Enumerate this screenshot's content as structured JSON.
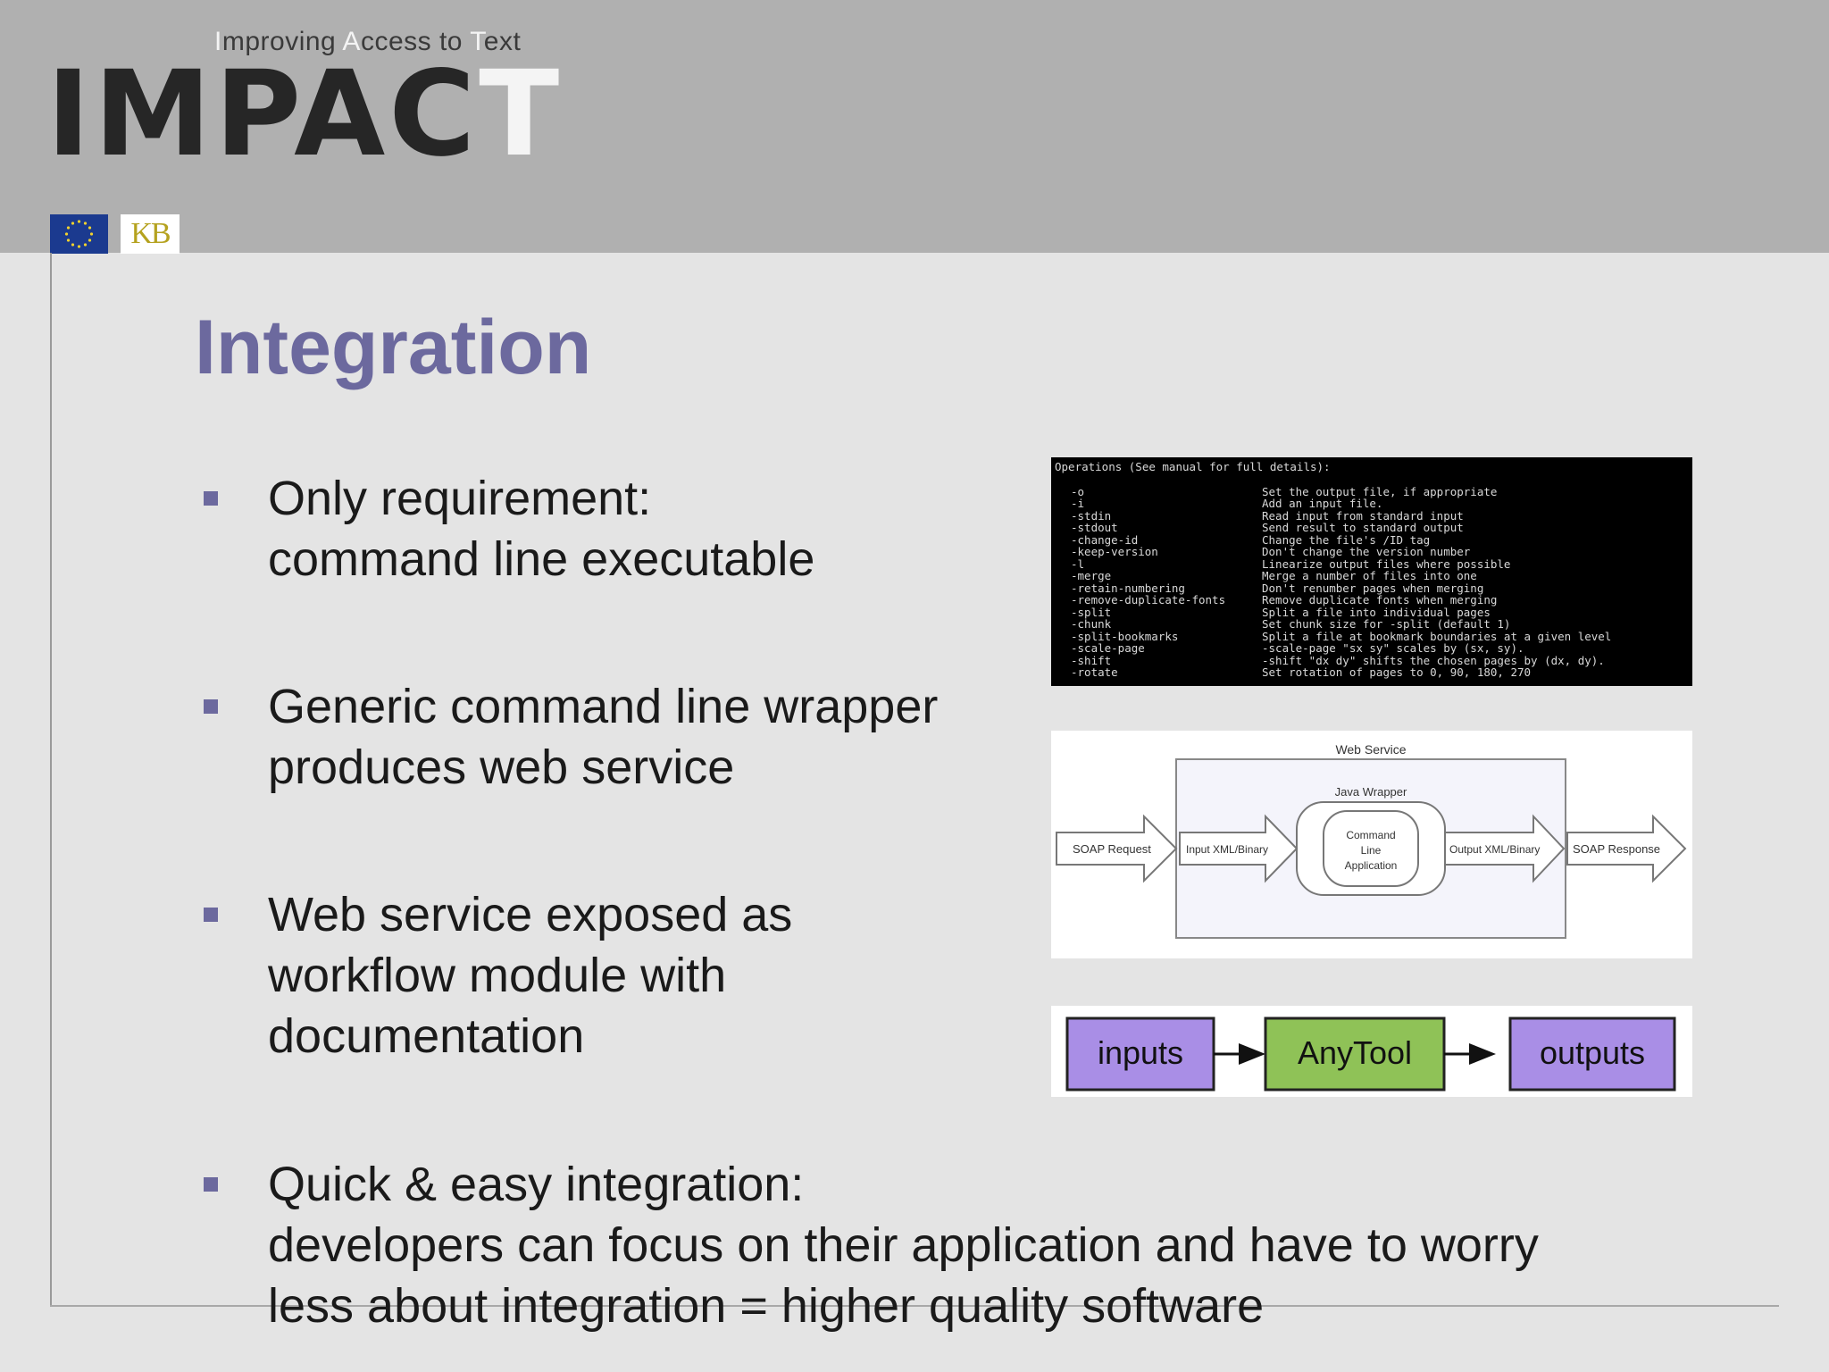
{
  "logo": {
    "tagline_letters": [
      {
        "cap": "I",
        "rest": "mproving "
      },
      {
        "cap": "A",
        "rest": "ccess to "
      },
      {
        "cap": "T",
        "rest": "ext"
      }
    ],
    "word_parts": [
      "I",
      "M",
      "P",
      "A",
      "C",
      "T"
    ],
    "eu_flag_icon": "eu-flag-icon",
    "kb_label": "KB"
  },
  "slide": {
    "title": "Integration",
    "bullets": [
      {
        "lines": [
          "Only requirement:",
          "command line executable"
        ]
      },
      {
        "lines": [
          "Generic command line wrapper",
          "produces web service"
        ]
      },
      {
        "lines": [
          "Web service exposed as",
          "workflow module with",
          "documentation"
        ]
      },
      {
        "lines": [
          "Quick & easy integration:",
          "developers can focus on their application and have to worry",
          "less about integration = higher quality software"
        ]
      }
    ]
  },
  "terminal": {
    "header": "Operations (See manual for full details):",
    "rows": [
      [
        "-o",
        "Set the output file, if appropriate"
      ],
      [
        "-i",
        "Add an input file."
      ],
      [
        "-stdin",
        "Read input from standard input"
      ],
      [
        "-stdout",
        "Send result to standard output"
      ],
      [
        "-change-id",
        "Change the file's /ID tag"
      ],
      [
        "-keep-version",
        "Don't change the version number"
      ],
      [
        "-l",
        "Linearize output files where possible"
      ],
      [
        "-merge",
        "Merge a number of files into one"
      ],
      [
        "-retain-numbering",
        "Don't renumber pages when merging"
      ],
      [
        "-remove-duplicate-fonts",
        "Remove duplicate fonts when merging"
      ],
      [
        "-split",
        "Split a file into individual pages"
      ],
      [
        "-chunk",
        "Set chunk size for -split (default 1)"
      ],
      [
        "-split-bookmarks",
        "Split a file at bookmark boundaries at a given level"
      ],
      [
        "-scale-page",
        "-scale-page \"sx sy\" scales by (sx, sy)."
      ],
      [
        "-shift",
        "-shift \"dx dy\" shifts the chosen pages by (dx, dy)."
      ],
      [
        "-rotate",
        "Set rotation of pages to 0, 90, 180, 270"
      ]
    ]
  },
  "diagram": {
    "web_service": "Web Service",
    "java_wrapper": "Java Wrapper",
    "command_lines": [
      "Command",
      "Line",
      "Application"
    ],
    "soap_request": "SOAP Request",
    "input_xml": "Input XML/Binary",
    "output_xml": "Output XML/Binary",
    "soap_response": "SOAP Response"
  },
  "flow": {
    "inputs": "inputs",
    "anytool": "AnyTool",
    "outputs": "outputs",
    "colors": {
      "io": "#a98ee6",
      "tool": "#8fc257"
    }
  }
}
